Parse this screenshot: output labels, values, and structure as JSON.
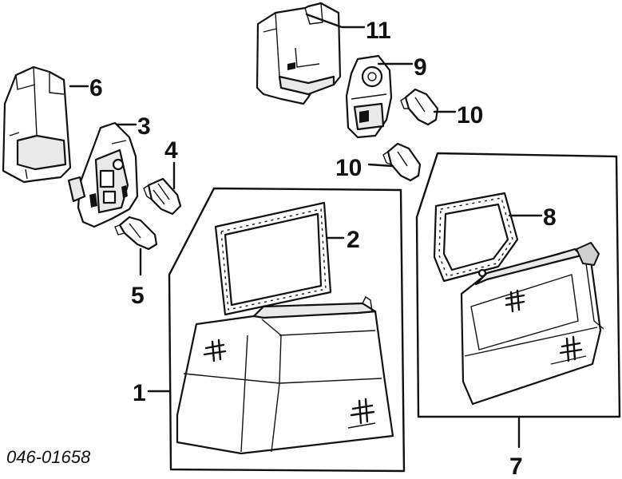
{
  "diagram": {
    "catalog_code": "046-01658",
    "callouts": [
      {
        "id": "callout-1",
        "label": "1"
      },
      {
        "id": "callout-2",
        "label": "2"
      },
      {
        "id": "callout-3",
        "label": "3"
      },
      {
        "id": "callout-4",
        "label": "4"
      },
      {
        "id": "callout-5",
        "label": "5"
      },
      {
        "id": "callout-6",
        "label": "6"
      },
      {
        "id": "callout-7",
        "label": "7"
      },
      {
        "id": "callout-8",
        "label": "8"
      },
      {
        "id": "callout-9",
        "label": "9"
      },
      {
        "id": "callout-10a",
        "label": "10"
      },
      {
        "id": "callout-10b",
        "label": "10"
      },
      {
        "id": "callout-11",
        "label": "11"
      }
    ]
  }
}
